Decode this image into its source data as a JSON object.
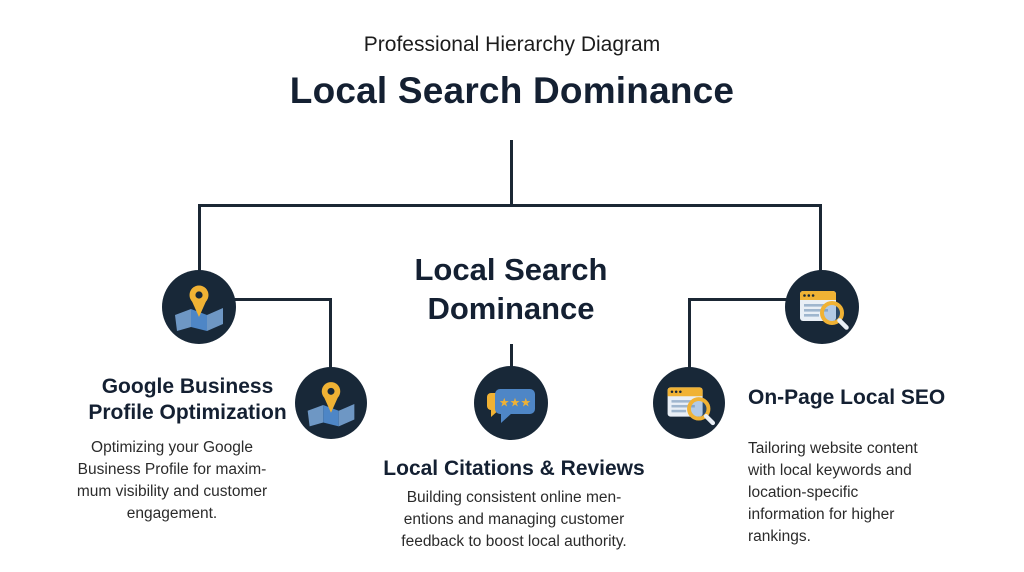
{
  "header": {
    "subtitle": "Professional Hierarchy Diagram",
    "title": "Local Search Dominance"
  },
  "center_node": {
    "title": "Local Search\nDominance"
  },
  "branches": {
    "left": {
      "icon": "map-pin-icon",
      "title": "Google Business\nProfile Optimization",
      "description": "Optimizing your Google\nBusiness Profile for maxim-\nmum visibility and customer\nengagement."
    },
    "center": {
      "icon": "reviews-chat-icon",
      "title": "Local Citations & Reviews",
      "description": "Building consistent online men-\nentions and managing customer\nfeedback to boost local authority."
    },
    "right": {
      "icon": "browser-search-icon",
      "title": "On-Page Local SEO",
      "description": "Tailoring website content\nwith local keywords and\nlocation-specific\ninformation for higher\nrankings."
    }
  },
  "colors": {
    "navy": "#182838",
    "gold": "#F0B234",
    "blue": "#4E86C6",
    "line": "#1B2734"
  }
}
